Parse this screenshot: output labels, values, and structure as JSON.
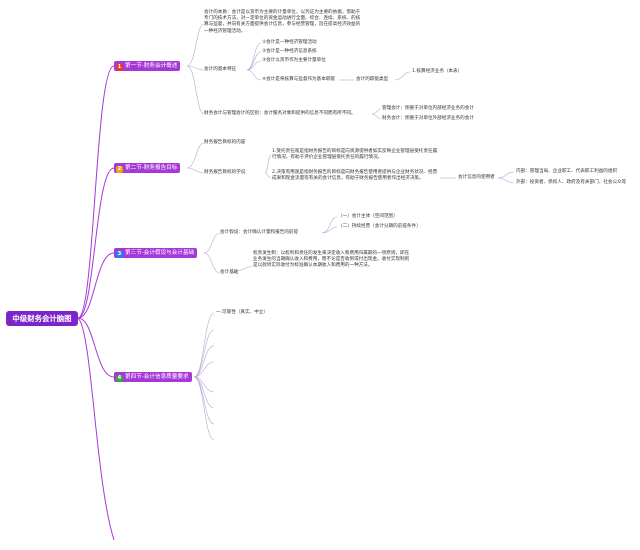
{
  "root": {
    "label": "中级财务会计脑图"
  },
  "sections": [
    {
      "number": "1",
      "badge_color": "#e53935",
      "label": "第一节-财务会计概述",
      "nodes": {
        "intro": "会计的本质：会计是以货币为主要的计量单位，以凭证为主要的依据，借助于专门的技术方法，对一定单位的资金运动进行全面、综合、连续、系统、的核算与监督，并向有关方面提供会计信息，参与经营管理，旨在提高经济效益的一种经济管理活动。",
        "basic_features": "会计的基本特征",
        "features": [
          "①会计是一种经济管理活动",
          "②会计是一种经济信息系统",
          "③会计以货币作为主要计量单位",
          "④会计是将核算与监督作为基本职能"
        ],
        "function_label": "会计的职能类型",
        "function_items": [
          "1.核算经济业务（本表）"
        ],
        "difference": "财务会计与管理会计的区别：会计服务对象和提供的信息不同而有所不同。",
        "diff_items": [
          "管理会计：侧重于对单位内部经济业务的会计",
          "财务会计：侧重于对单位外部经济业务的会计"
        ]
      }
    },
    {
      "number": "2",
      "badge_color": "#f0a30a",
      "label": "第二节-财务报告目标",
      "nodes": {
        "target_content": "财务报告目标的内容",
        "target_theory": "财务报告目标的学说",
        "theories": [
          "1.受托责任观是指财务报告的目标是向资源提供者如实反映企业管理层受托责任履行情况，有助于评价企业管理层受托责任的履行情况。",
          "2.决策有用观是指财务报告的目标是向财务报告使用者提供与企业财务状况、经营成果和现金流量等有关的会计信息，有助于财务报告使用者作出经济决策。"
        ],
        "users_label": "会计信息的使用者",
        "users": [
          "内部：管理当局、企业职工、代表职工利益的组织",
          "外部：投资者、债权人、政府及有关部门、社会公众等"
        ]
      }
    },
    {
      "number": "3",
      "badge_color": "#1e88e5",
      "label": "第三节-会计假设与会计基础",
      "nodes": {
        "assumption": "会计假设：会计确认计量和报告的前提",
        "assumption_items": [
          "（一）会计主体（空间范围）",
          "（二）持续经营（会计分期的前提条件）"
        ],
        "basis_label": "会计基础",
        "basis": "权责发生制：以权利和责任的发生来决定收入和费用归属期的一项原则，即在业务发生的当期确认收入和费用，而不论是否收到或付出现金。收付实现制则是以款项实际收付为标准确认本期收入和费用的一种方法。"
      }
    },
    {
      "number": "4",
      "badge_color": "#43a047",
      "label": "第四节-会计信息质量要求",
      "nodes": {
        "first_item": "一.可靠性（真实、中立）"
      }
    }
  ],
  "colors": {
    "root_fill": "#7b24c9",
    "section_fill": "#a638d8",
    "branch_line": "#a638d8",
    "leaf_line": "#b9a4d6",
    "text": "#333333"
  }
}
